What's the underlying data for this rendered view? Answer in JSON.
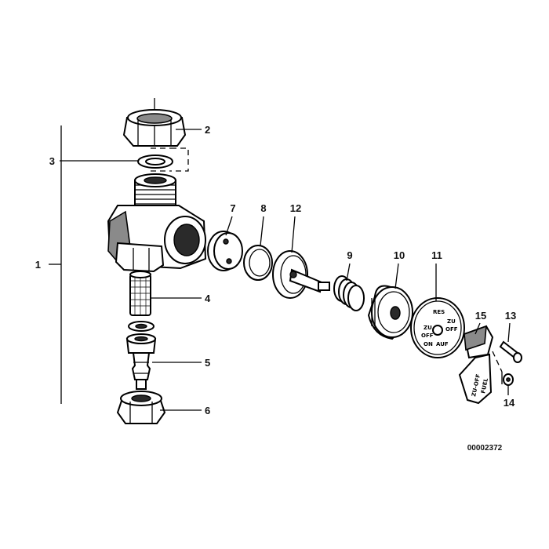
{
  "callouts": {
    "c1": "1",
    "c2": "2",
    "c3": "3",
    "c4": "4",
    "c5": "5",
    "c6": "6",
    "c7": "7",
    "c8": "8",
    "c9": "9",
    "c10": "10",
    "c11": "11",
    "c12": "12",
    "c13": "13",
    "c14": "14",
    "c15": "15"
  },
  "knob_text": {
    "res": "RES",
    "zu_left": "ZU",
    "off_left": "OFF",
    "zu_right": "ZU",
    "off_right": "OFF",
    "on": "ON",
    "auf": "AUF"
  },
  "lever_text": {
    "zu_off": "ZU-OFF",
    "fuel": "FUEL"
  },
  "diagram_id": "00002372"
}
